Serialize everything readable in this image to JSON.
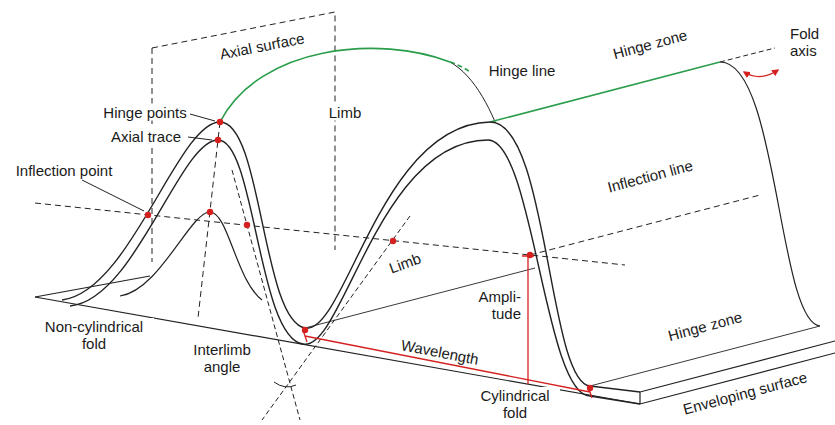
{
  "diagram": {
    "labels": [
      "Axial surface",
      "Hinge line",
      "Hinge zone",
      "Fold axis",
      "Hinge points",
      "Axial trace",
      "Inflection point",
      "Limb",
      "Inflection line",
      "Limb",
      "Hinge zone",
      "Ampli- tude",
      "Enveloping surface",
      "Non-cylindrical fold",
      "Interlimb angle",
      "Wavelength",
      "Cylindrical fold"
    ]
  }
}
